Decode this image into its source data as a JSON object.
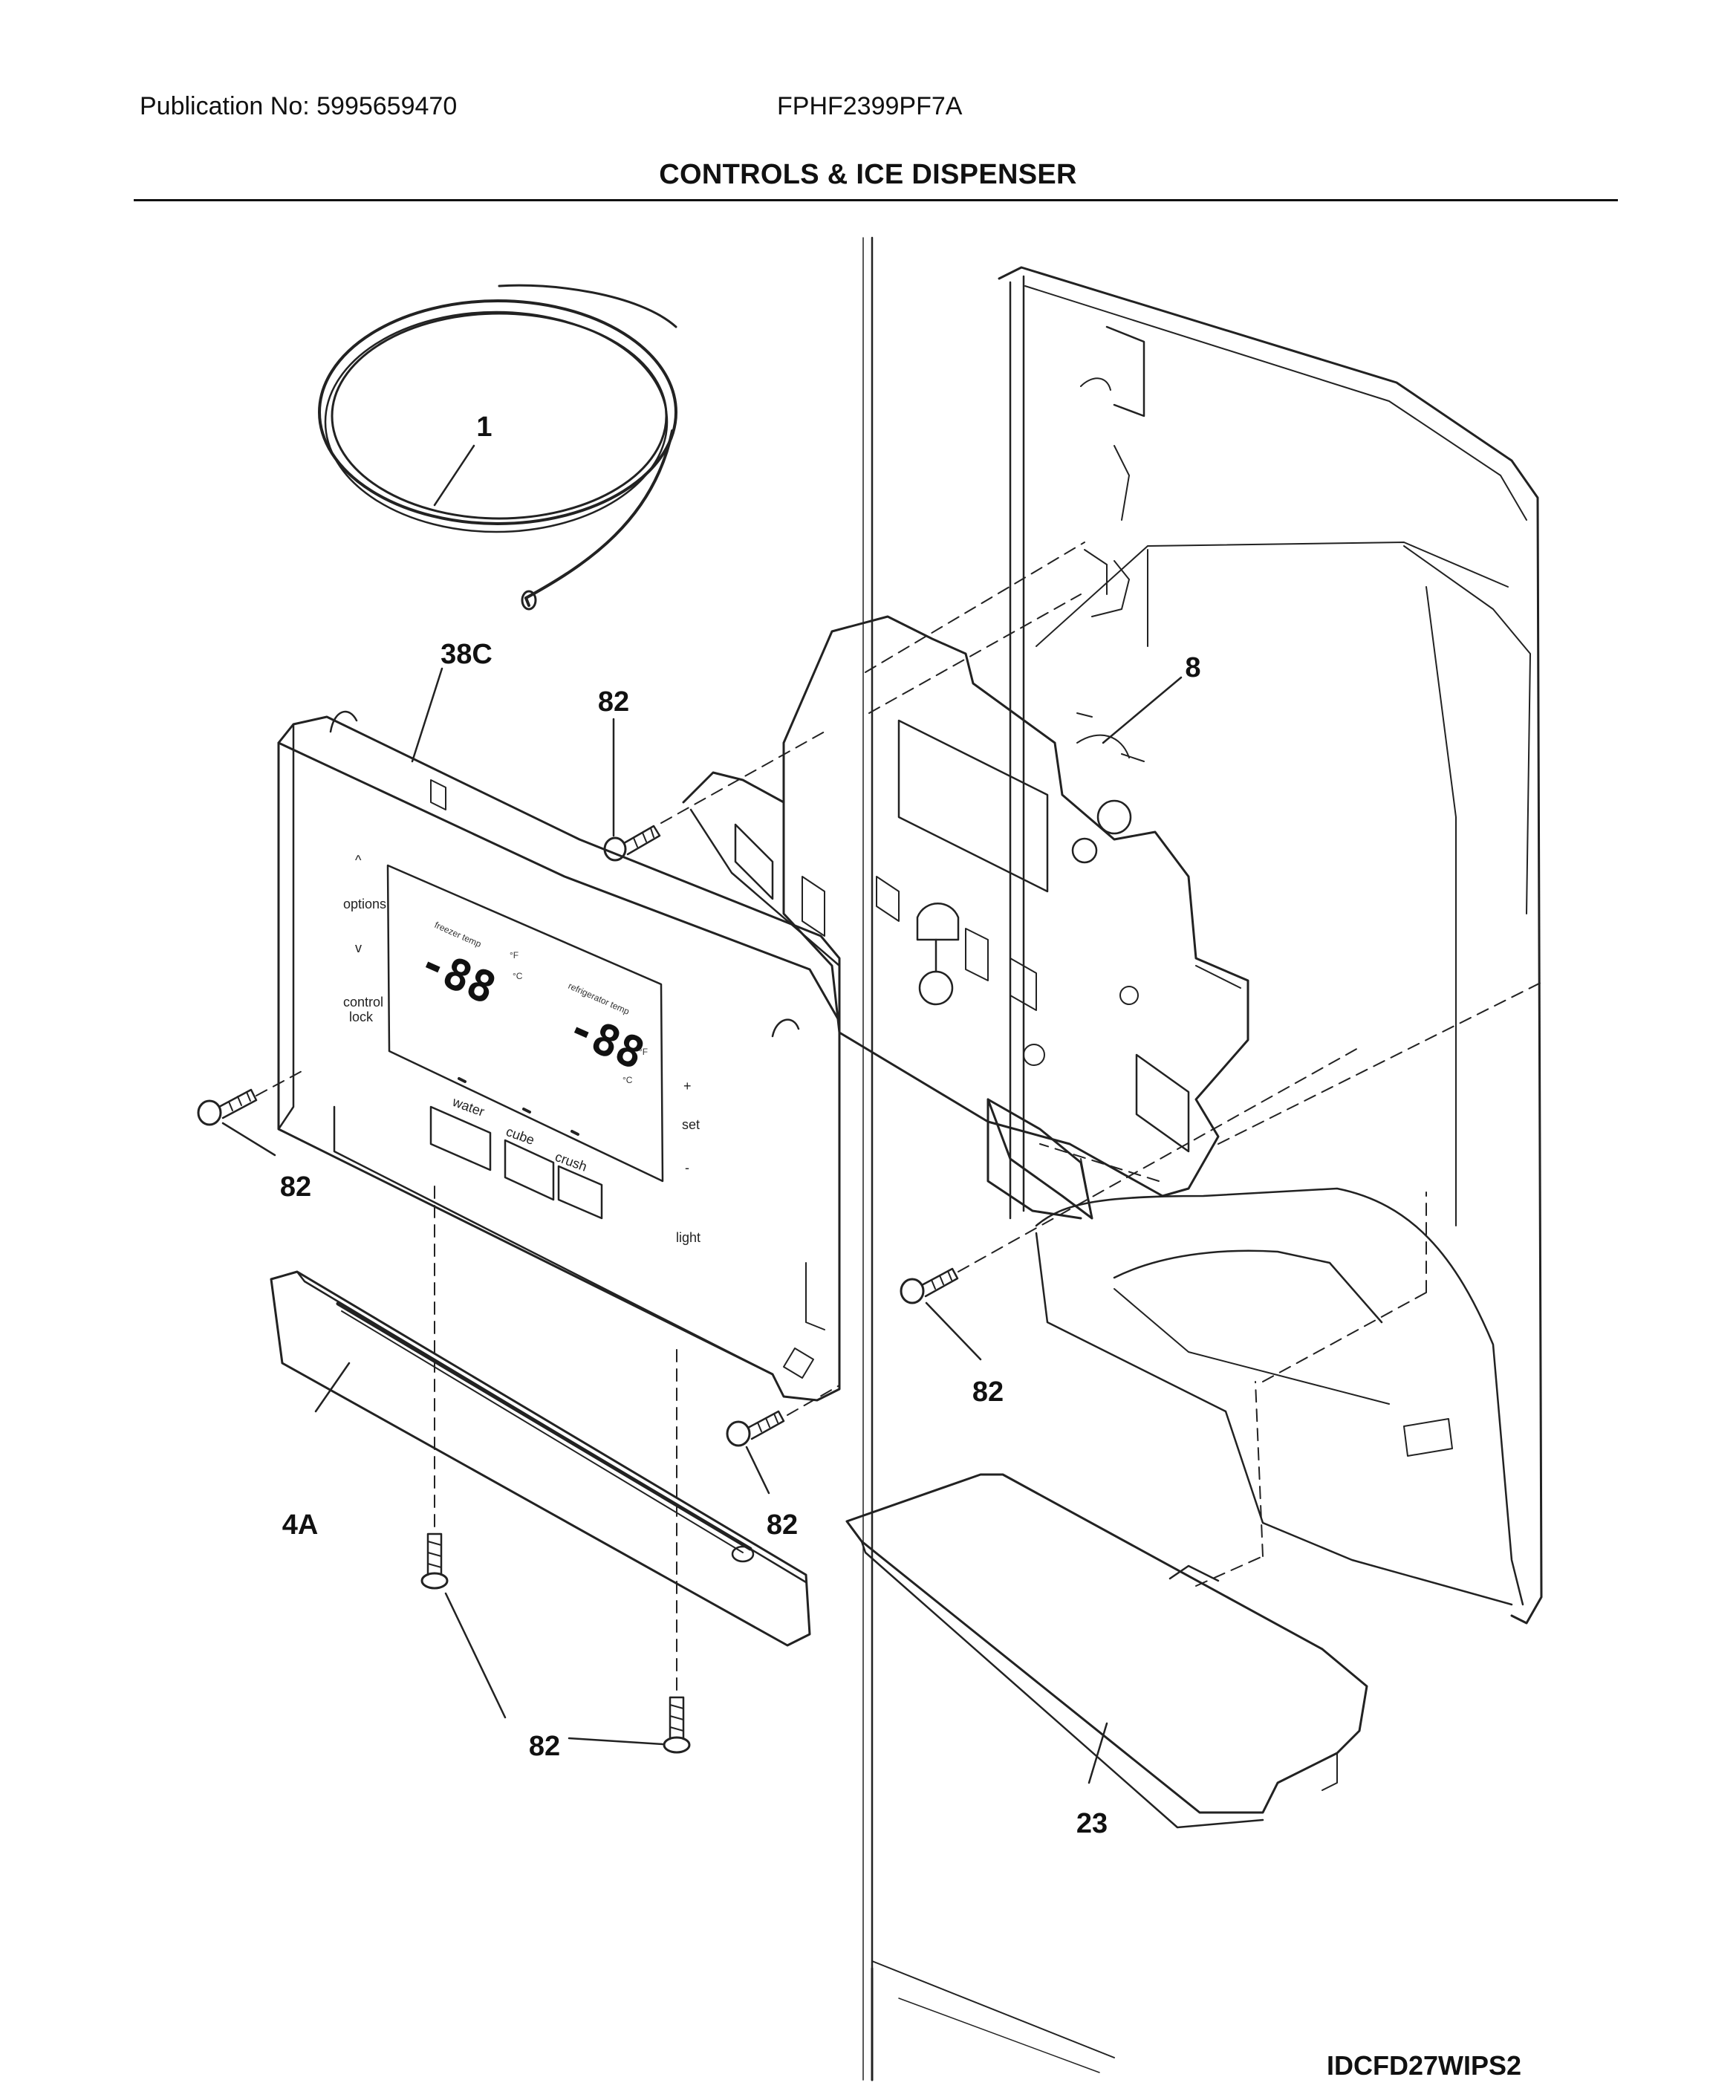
{
  "header": {
    "publication": "Publication No: 5995659470",
    "model": "FPHF2399PF7A",
    "title": "CONTROLS & ICE DISPENSER"
  },
  "figure_id": "IDCFD27WIPS2",
  "callouts": {
    "c1": "1",
    "c38c": "38C",
    "c82a": "82",
    "c8": "8",
    "c82b": "82",
    "c82c": "82",
    "c82d": "82",
    "c4a": "4A",
    "c82e": "82",
    "c23": "23"
  },
  "panel": {
    "up": "^",
    "options": "options",
    "down": "v",
    "control": "control",
    "lock": "lock",
    "plus": "+",
    "set": "set",
    "minus": "-",
    "light": "light",
    "freezer_temp": "freezer temp",
    "refrigerator_temp": "refrigerator temp",
    "freezer_digits": "-88",
    "fridge_digits": "-88",
    "deg_f": "°F",
    "deg_c": "°C",
    "water": "water",
    "cube": "cube",
    "crush": "crush"
  }
}
